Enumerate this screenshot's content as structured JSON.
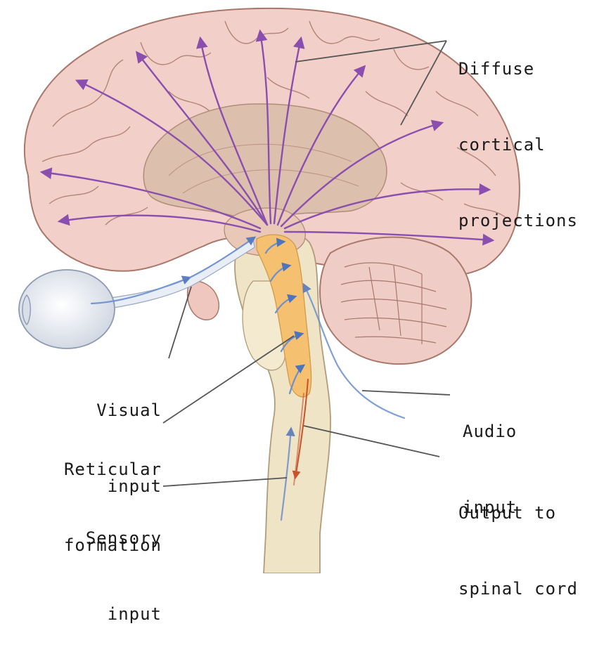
{
  "labels": {
    "diffuse": [
      "Diffuse",
      "cortical",
      "projections"
    ],
    "visual": [
      "Visual",
      "input"
    ],
    "reticular": [
      "Reticular",
      "formation"
    ],
    "sensory": [
      "Sensory",
      "input"
    ],
    "audio": [
      "Audio",
      "input"
    ],
    "output": [
      "Output to",
      "spinal cord"
    ]
  },
  "colors": {
    "cortex": "#f2cfc9",
    "cortex_stroke": "#a7786b",
    "inner": "#ddbfae",
    "brainstem": "#efe4c6",
    "reticular": "#f5c171",
    "eye": "#e8ecf2",
    "projection_arrow": "#8a4fae",
    "sensory_arrow": "#5e86c9",
    "output_arrow": "#c9532c",
    "leader_line": "#555555"
  }
}
